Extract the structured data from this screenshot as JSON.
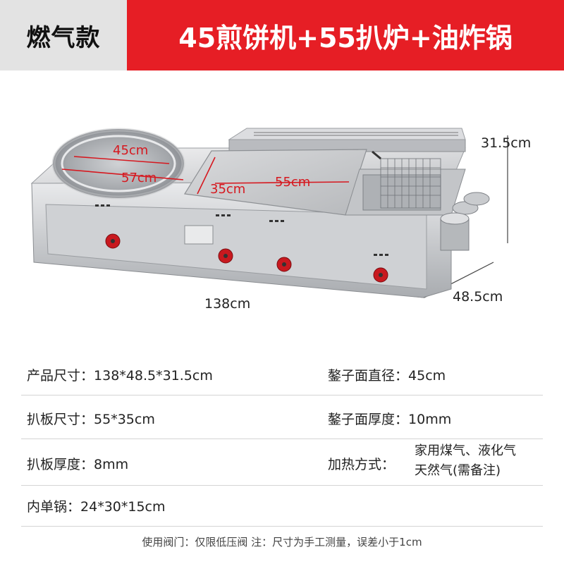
{
  "header": {
    "variant": "燃气款",
    "title": "45煎饼机+55扒炉+油炸锅",
    "accent_color": "#e61e25"
  },
  "dimensions": {
    "height": "31.5cm",
    "width": "138cm",
    "depth": "48.5cm",
    "pan_inner": "45cm",
    "pan_outer": "57cm",
    "griddle_depth": "35cm",
    "griddle_width": "55cm"
  },
  "specs": {
    "product_size_label": "产品尺寸：",
    "product_size_value": "138*48.5*31.5cm",
    "pan_diameter_label": "鏊子面直径：",
    "pan_diameter_value": "45cm",
    "griddle_size_label": "扒板尺寸：",
    "griddle_size_value": "55*35cm",
    "pan_thickness_label": "鏊子面厚度：",
    "pan_thickness_value": "10mm",
    "griddle_thickness_label": "扒板厚度：",
    "griddle_thickness_value": "8mm",
    "heating_label": "加热方式：",
    "heating_value_line1": "家用煤气、液化气",
    "heating_value_line2": "天然气(需备注)",
    "fryer_label": "内单锅：",
    "fryer_value": "24*30*15cm"
  },
  "footer": {
    "note": "使用阀门：仅限低压阀  注：尺寸为手工测量，误差小于1cm"
  }
}
